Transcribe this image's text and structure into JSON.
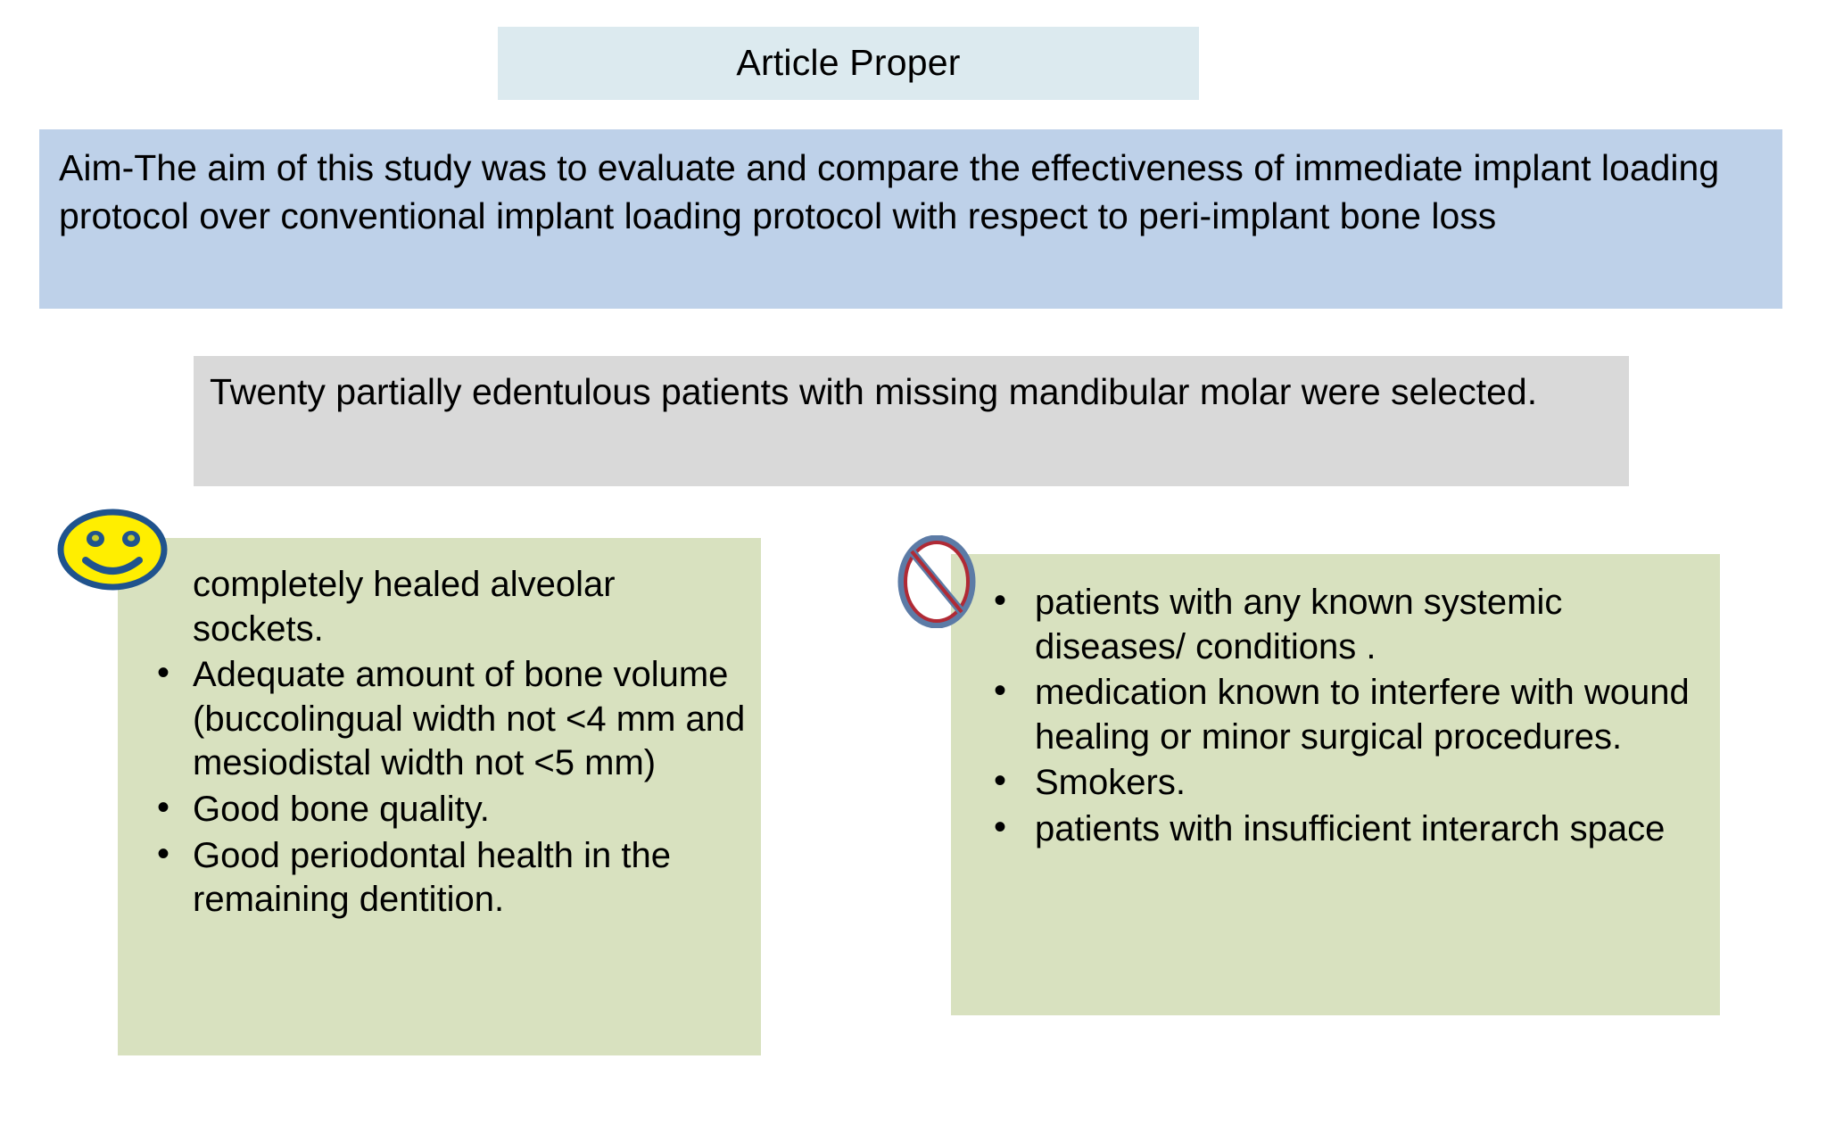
{
  "slide": {
    "background_color": "#ffffff",
    "title": {
      "label": "Article Proper",
      "background_color": "#dceaef"
    },
    "aim": {
      "background_color": "#bed1e9",
      "text": "Aim-The aim of this study was to evaluate and compare the effectiveness of immediate implant loading protocol over conventional implant loading protocol with respect to peri-implant bone loss"
    },
    "sample": {
      "background_color": "#d9d9d9",
      "text": "Twenty partially edentulous patients with missing mandibular molar were selected."
    },
    "inclusion": {
      "background_color": "#d8e1bf",
      "icon": "smiley-face-icon",
      "icon_colors": {
        "fill": "#ffee00",
        "stroke": "#20538d"
      },
      "items": [
        {
          "text": "completely healed alveolar sockets.",
          "bulleted": false
        },
        {
          "text": "Adequate amount of bone volume (buccolingual width not <4 mm and mesiodistal width not <5 mm)",
          "bulleted": true
        },
        {
          "text": "Good bone quality.",
          "bulleted": true
        },
        {
          "text": "Good periodontal health in the remaining dentition.",
          "bulleted": true
        }
      ]
    },
    "exclusion": {
      "background_color": "#d8e1bf",
      "icon": "prohibited-sign-icon",
      "icon_colors": {
        "ring": "#5c7ba6",
        "slash": "#c0202a"
      },
      "items": [
        {
          "text": "patients with any known systemic diseases/ conditions .",
          "bulleted": true
        },
        {
          "text": "medication known to interfere with wound healing or minor surgical procedures.",
          "bulleted": true
        },
        {
          "text": "Smokers.",
          "bulleted": true
        },
        {
          "text": "patients with insufficient interarch space",
          "bulleted": true
        }
      ]
    }
  }
}
